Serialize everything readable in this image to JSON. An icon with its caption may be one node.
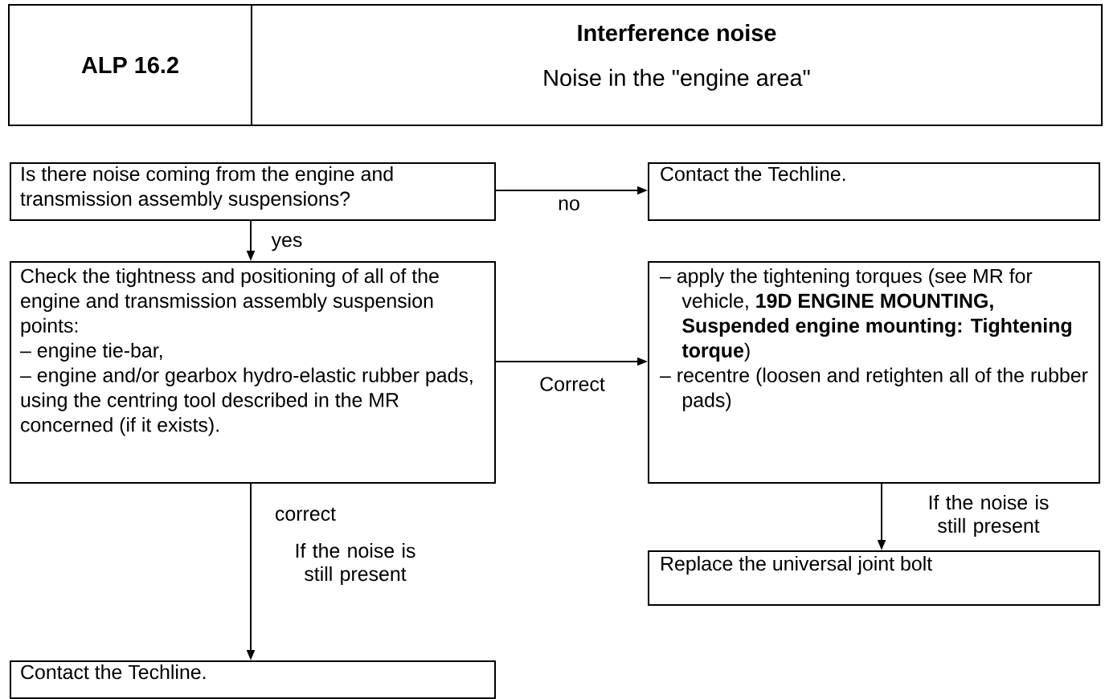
{
  "diagram": {
    "nodes": [
      {
        "text": [
          "ALP 16.2"
        ]
      },
      {
        "text": [
          "Interference noise",
          "Noise in the \"engine area\""
        ]
      },
      {
        "text": [
          "Is there noise coming from the engine and transmission assembly suspensions?"
        ]
      },
      {
        "text": [
          "Contact the Techline."
        ]
      },
      {
        "text": [
          "Check the tightness and positioning of all of the engine and transmission assembly suspension points:",
          "– engine tie-bar,",
          "– engine and/or gearbox hydro-elastic rubber pads,",
          "using the centring tool described in the MR concerned (if it exists)."
        ]
      },
      {
        "text": [
          "– apply the tightening torques (see MR for vehicle, **19D ENGINE MOUNTING, Suspended engine mounting: Tightening torque**)",
          "– recentre (loosen and retighten all of the rubber pads)"
        ]
      },
      {
        "text": [
          "Replace the universal joint bolt"
        ]
      },
      {
        "text": [
          "Contact the Techline."
        ]
      }
    ],
    "edges": [
      {
        "from": 2,
        "to": 3,
        "arrow": "to",
        "label": "no"
      },
      {
        "from": 2,
        "to": 4,
        "arrow": "to",
        "label": "yes"
      },
      {
        "from": 4,
        "to": 5,
        "arrow": "to",
        "label": "Correct"
      },
      {
        "from": 4,
        "to": 7,
        "arrow": "to",
        "label": "correct"
      },
      {
        "from": 5,
        "to": 6,
        "arrow": "to",
        "label": "If the noise is still present"
      }
    ],
    "labels": [
      "If the noise is still present"
    ]
  }
}
